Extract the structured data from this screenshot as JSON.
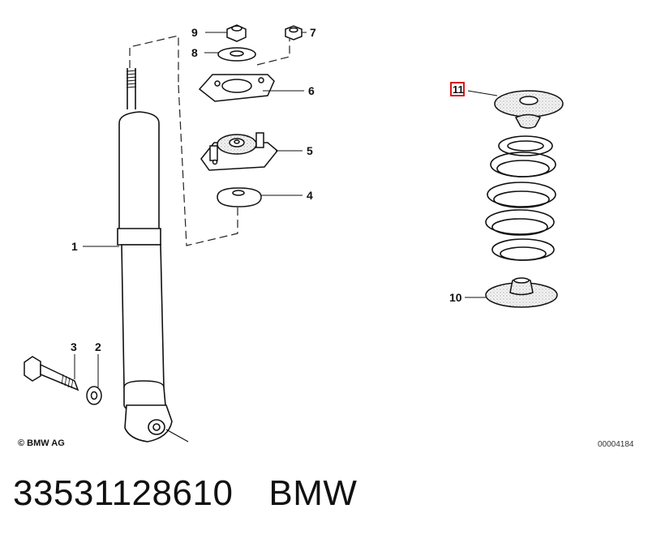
{
  "diagram": {
    "copyright": "© BMW AG",
    "diagram_id": "00004184",
    "highlighted_callout": "11",
    "highlight_color": "#d40000",
    "callouts": [
      "1",
      "2",
      "3",
      "4",
      "5",
      "6",
      "7",
      "8",
      "9",
      "10",
      "11"
    ]
  },
  "title": {
    "part_number": "33531128610",
    "brand": "BMW"
  }
}
